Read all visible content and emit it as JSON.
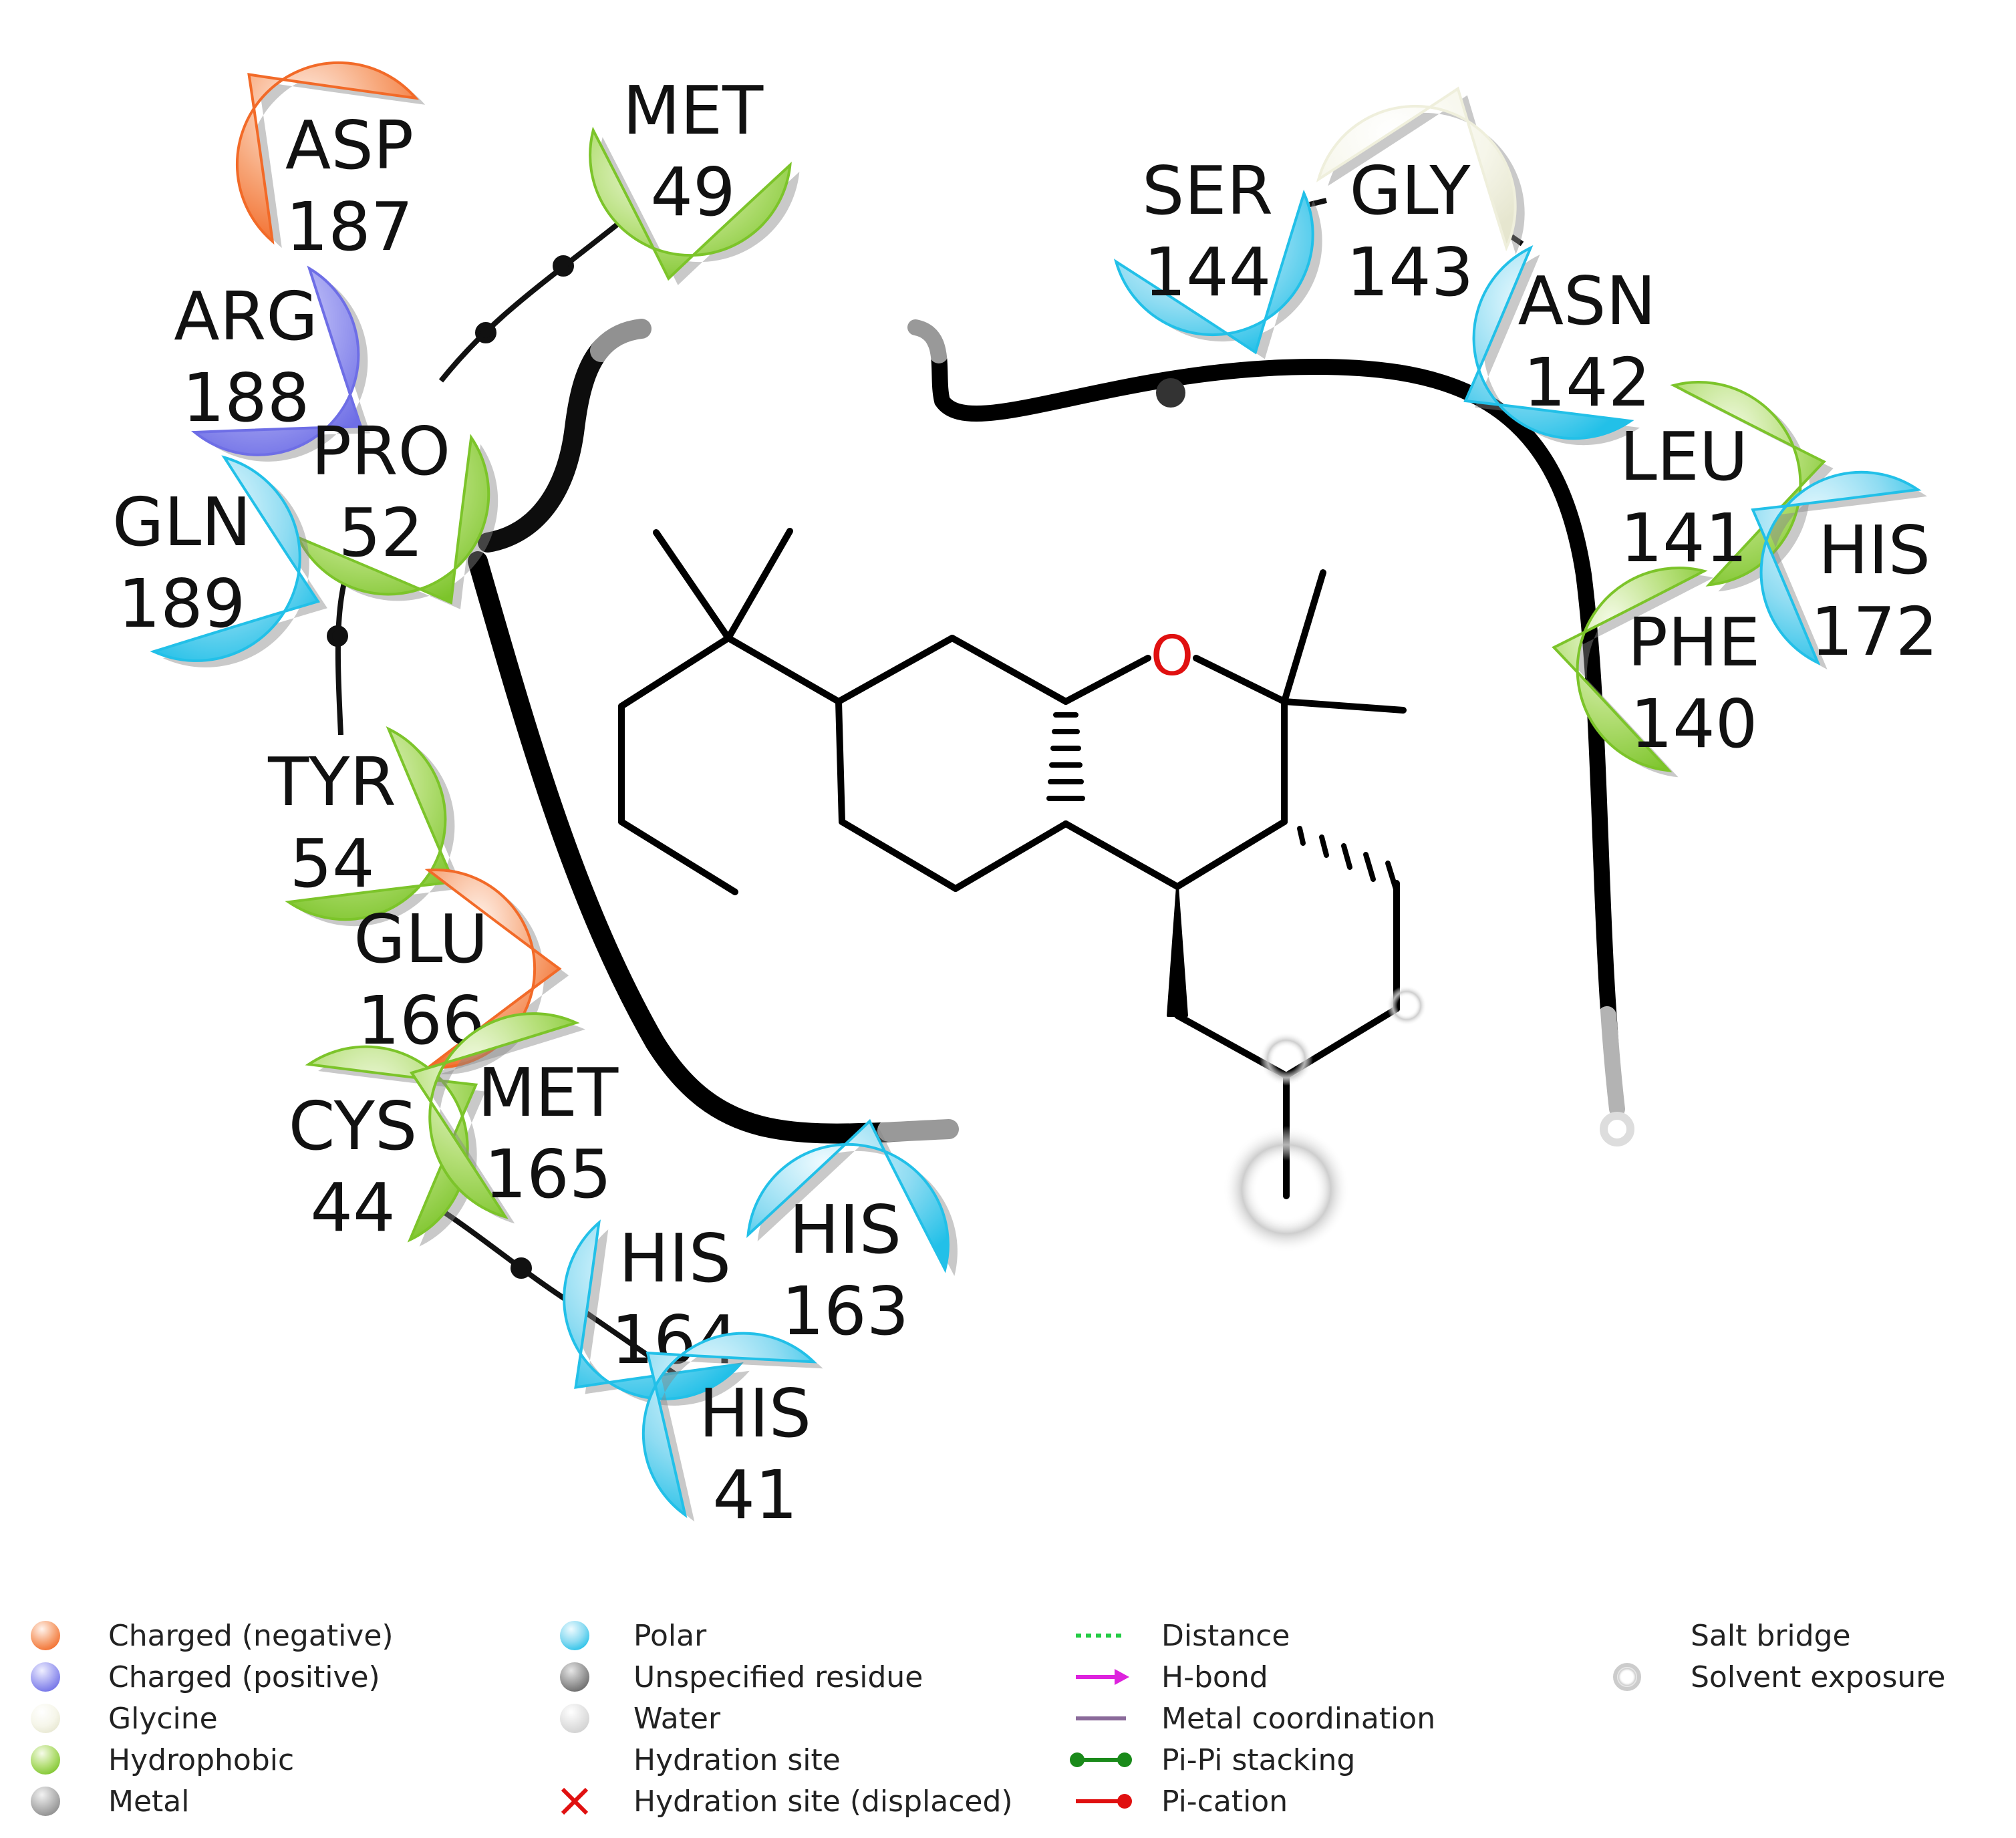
{
  "ligand": {
    "oxygen_label": "O"
  },
  "residues": [
    {
      "name": "ASP",
      "num": "187",
      "type": "negative"
    },
    {
      "name": "MET",
      "num": "49",
      "type": "hydrophobic"
    },
    {
      "name": "ARG",
      "num": "188",
      "type": "positive"
    },
    {
      "name": "PRO",
      "num": "52",
      "type": "hydrophobic"
    },
    {
      "name": "GLN",
      "num": "189",
      "type": "polar"
    },
    {
      "name": "TYR",
      "num": "54",
      "type": "hydrophobic"
    },
    {
      "name": "GLU",
      "num": "166",
      "type": "negative"
    },
    {
      "name": "CYS",
      "num": "44",
      "type": "hydrophobic"
    },
    {
      "name": "MET",
      "num": "165",
      "type": "hydrophobic"
    },
    {
      "name": "HIS",
      "num": "163",
      "type": "polar"
    },
    {
      "name": "HIS",
      "num": "164",
      "type": "polar"
    },
    {
      "name": "HIS",
      "num": "41",
      "type": "polar"
    },
    {
      "name": "SER",
      "num": "144",
      "type": "polar"
    },
    {
      "name": "GLY",
      "num": "143",
      "type": "glycine"
    },
    {
      "name": "ASN",
      "num": "142",
      "type": "polar"
    },
    {
      "name": "LEU",
      "num": "141",
      "type": "hydrophobic"
    },
    {
      "name": "HIS",
      "num": "172",
      "type": "polar"
    },
    {
      "name": "PHE",
      "num": "140",
      "type": "hydrophobic"
    }
  ],
  "colors": {
    "negative": "#f26a28",
    "positive": "#6e6ee6",
    "glycine": "#efefdc",
    "hydrophobic": "#7cc42a",
    "polar": "#22c0e8",
    "metal": "#9a9a9a",
    "unspecified": "#7a7a7a",
    "water": "#dddddd",
    "oxygen": "#e01010"
  },
  "legend": {
    "col1": [
      "Charged (negative)",
      "Charged (positive)",
      "Glycine",
      "Hydrophobic",
      "Metal"
    ],
    "col2": [
      "Polar",
      "Unspecified residue",
      "Water",
      "Hydration site",
      "Hydration site (displaced)"
    ],
    "col3": [
      "Distance",
      "H-bond",
      "Metal coordination",
      "Pi-Pi stacking",
      "Pi-cation"
    ],
    "col4": [
      "Salt bridge",
      "Solvent exposure"
    ]
  }
}
